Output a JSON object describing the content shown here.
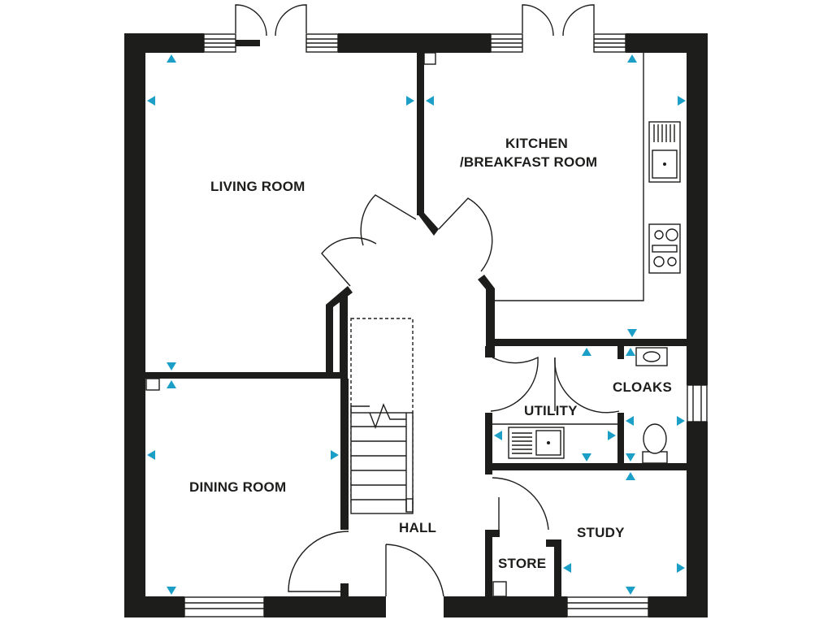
{
  "rooms": {
    "living": "LIVING ROOM",
    "kitchen_line1": "KITCHEN",
    "kitchen_line2": "/BREAKFAST ROOM",
    "dining": "DINING ROOM",
    "hall": "HALL",
    "utility": "UTILITY",
    "cloaks": "CLOAKS",
    "study": "STUDY",
    "store": "STORE"
  },
  "colors": {
    "wall": "#1d1d1b",
    "marker": "#1c9fc6",
    "background": "#ffffff"
  },
  "icons": [
    "door-swing-icon",
    "window-icon",
    "sink-icon",
    "hob-icon",
    "toilet-icon",
    "staircase-icon",
    "dimension-marker-icon"
  ]
}
